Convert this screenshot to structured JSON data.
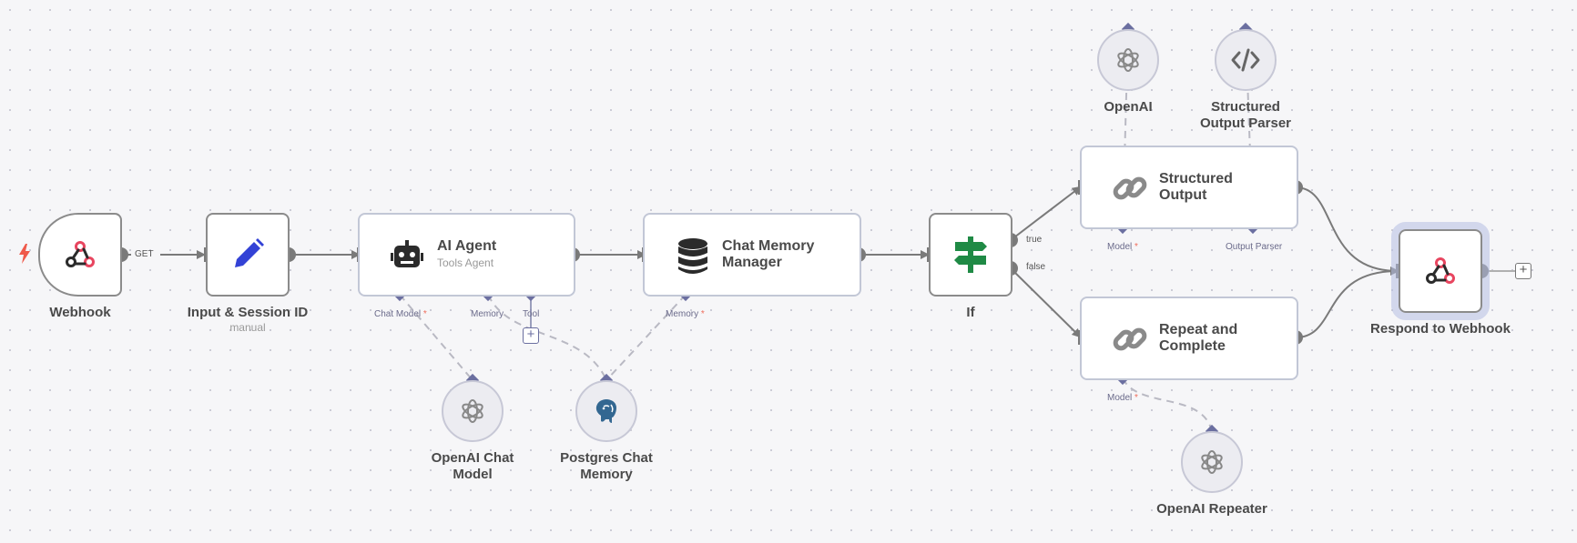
{
  "nodes": {
    "webhook": {
      "label": "Webhook"
    },
    "input_session": {
      "label": "Input & Session ID",
      "sublabel": "manual"
    },
    "ai_agent": {
      "title": "AI Agent",
      "subtitle": "Tools Agent"
    },
    "chat_memory_manager": {
      "title_line1": "Chat Memory",
      "title_line2": "Manager"
    },
    "if": {
      "label": "If",
      "true_label": "true",
      "false_label": "false"
    },
    "structured_output": {
      "title_line1": "Structured",
      "title_line2": "Output"
    },
    "repeat_complete": {
      "title_line1": "Repeat and",
      "title_line2": "Complete"
    },
    "respond": {
      "label": "Respond to Webhook"
    },
    "openai": {
      "label": "OpenAI"
    },
    "structured_output_parser": {
      "label_line1": "Structured",
      "label_line2": "Output Parser"
    },
    "openai_chat_model": {
      "label_line1": "OpenAI Chat",
      "label_line2": "Model"
    },
    "postgres_chat_memory": {
      "label_line1": "Postgres Chat",
      "label_line2": "Memory"
    },
    "openai_repeater": {
      "label": "OpenAI Repeater"
    }
  },
  "connections": {
    "webhook_output": "GET"
  },
  "ports": {
    "agent_chat_model": "Chat Model",
    "agent_memory": "Memory",
    "agent_tool": "Tool",
    "memory_manager_memory": "Memory",
    "structured_model": "Model",
    "structured_output_parser": "Output Parser",
    "repeat_model": "Model",
    "required_marker": "*"
  },
  "colors": {
    "webhook_pink": "#e8455f",
    "pencil_blue": "#3342d6",
    "if_green": "#1f8a45",
    "trigger_bolt": "#ef5a4b",
    "port_purple": "#6b6fa0",
    "edge_gray": "#7a7a7a"
  },
  "icons": {
    "webhook": "webhook-icon",
    "input_session": "pencil-icon",
    "ai_agent": "robot-icon",
    "chat_memory_manager": "database-icon",
    "if": "signpost-icon",
    "structured_output": "chain-link-icon",
    "repeat_complete": "chain-link-icon",
    "respond": "webhook-icon",
    "openai": "openai-icon",
    "structured_output_parser": "code-icon",
    "openai_chat_model": "openai-icon",
    "postgres_chat_memory": "postgres-elephant-icon",
    "openai_repeater": "openai-icon"
  }
}
